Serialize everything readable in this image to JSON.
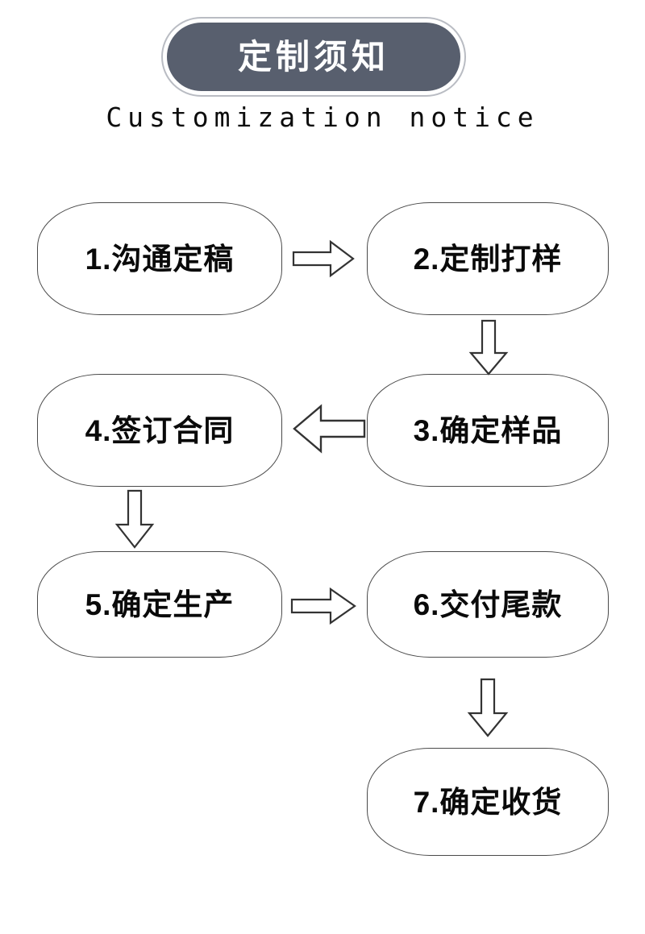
{
  "header": {
    "badge_title": "定制须知",
    "subtitle": "Customization notice",
    "badge_fill": "#585f6e",
    "badge_ring": "#b9bcc3"
  },
  "flowchart": {
    "box_border_color": "#4a4a4a",
    "text_color": "#0a0a0a",
    "steps": [
      {
        "id": 1,
        "label": "1.沟通定稿",
        "column": "left",
        "row": 1
      },
      {
        "id": 2,
        "label": "2.定制打样",
        "column": "right",
        "row": 1
      },
      {
        "id": 3,
        "label": "3.确定样品",
        "column": "right",
        "row": 2
      },
      {
        "id": 4,
        "label": "4.签订合同",
        "column": "left",
        "row": 2
      },
      {
        "id": 5,
        "label": "5.确定生产",
        "column": "left",
        "row": 3
      },
      {
        "id": 6,
        "label": "6.交付尾款",
        "column": "right",
        "row": 3
      },
      {
        "id": 7,
        "label": "7.确定收货",
        "column": "right",
        "row": 4
      }
    ],
    "connectors": [
      {
        "name": "arrow-1-to-2",
        "direction": "right",
        "from": 1,
        "to": 2
      },
      {
        "name": "arrow-2-to-3",
        "direction": "down",
        "from": 2,
        "to": 3
      },
      {
        "name": "arrow-3-to-4",
        "direction": "left",
        "from": 3,
        "to": 4
      },
      {
        "name": "arrow-4-to-5",
        "direction": "down",
        "from": 4,
        "to": 5
      },
      {
        "name": "arrow-5-to-6",
        "direction": "right",
        "from": 5,
        "to": 6
      },
      {
        "name": "arrow-6-to-7",
        "direction": "down",
        "from": 6,
        "to": 7
      }
    ]
  }
}
